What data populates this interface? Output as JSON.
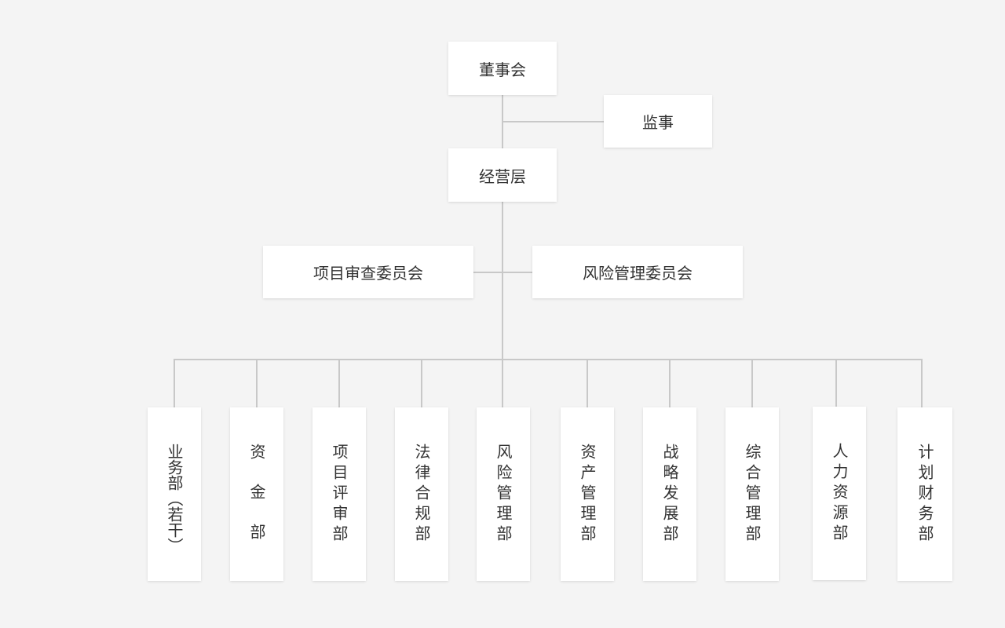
{
  "board": "董事会",
  "supervisor": "监事",
  "management": "经营层",
  "committees": {
    "left": "项目审查委员会",
    "right": "风险管理委员会"
  },
  "departments": [
    "业务部（若干）",
    "资金部",
    "项目评审部",
    "法律合规部",
    "风险管理部",
    "资产管理部",
    "战略发展部",
    "综合管理部",
    "人力资源部",
    "计划财务部"
  ]
}
